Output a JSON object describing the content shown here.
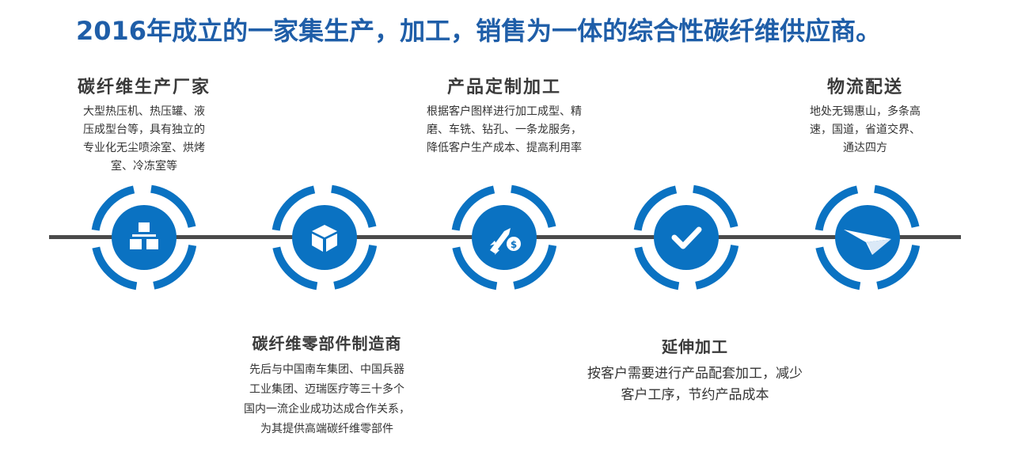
{
  "title": "2016年成立的一家集生产，加工，销售为一体的综合性碳纤维供应商。",
  "colors": {
    "accent": "#0a72c2",
    "title": "#1f5ea8",
    "line": "#4a4a4a"
  },
  "stages": [
    {
      "icon": "org-chart-icon",
      "heading": "碳纤维生产厂家",
      "text": "大型热压机、热压罐、液\n压成型台等，具有独立的\n专业化无尘喷涂室、烘烤\n室、冷冻室等"
    },
    {
      "icon": "box-icon",
      "heading": "碳纤维零部件制造商",
      "text": "先后与中国南车集团、中国兵器\n工业集团、迈瑞医疗等三十多个\n国内一流企业成功达成合作关系，\n为其提供高端碳纤维零部件"
    },
    {
      "icon": "rocket-dollar-icon",
      "heading": "产品定制加工",
      "text": "根据客户图样进行加工成型、精\n磨、车铣、钻孔、一条龙服务，\n降低客户生产成本、提高利用率"
    },
    {
      "icon": "check-icon",
      "heading": "延伸加工",
      "text": "按客户需要进行产品配套加工，减少\n客户工序，节约产品成本"
    },
    {
      "icon": "paper-plane-icon",
      "heading": "物流配送",
      "text": "地处无锡惠山，多条高\n速，国道，省道交界、\n通达四方"
    }
  ]
}
